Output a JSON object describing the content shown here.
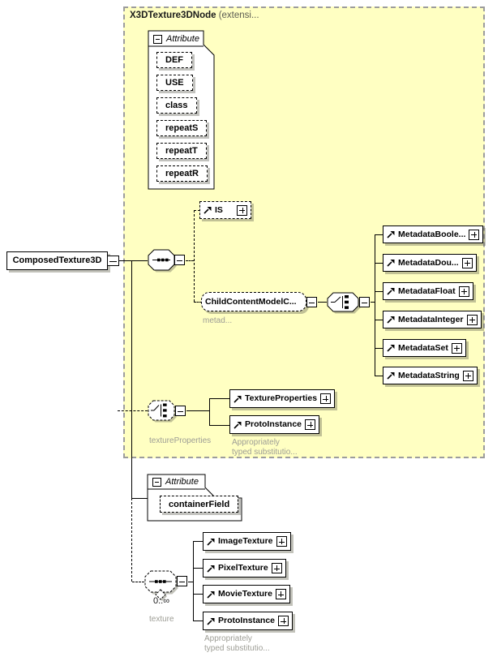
{
  "panel": {
    "title_bold": "X3DTexture3DNode",
    "title_rest": " (extensi..."
  },
  "root_element": {
    "label": "ComposedTexture3D"
  },
  "attribute_group_top": {
    "header": "Attribute",
    "items": [
      "DEF",
      "USE",
      "class",
      "repeatS",
      "repeatT",
      "repeatR"
    ]
  },
  "is_element": {
    "label": "IS"
  },
  "child_content_model": {
    "label": "ChildContentModelC...",
    "annotation": "metad..."
  },
  "metadata_elements": {
    "items": [
      "MetadataBoole...",
      "MetadataDou...",
      "MetadataFloat",
      "MetadataInteger",
      "MetadataSet",
      "MetadataString"
    ]
  },
  "texture_properties": {
    "annotation": "textureProperties",
    "items": [
      "TextureProperties",
      "ProtoInstance"
    ],
    "note": [
      "Appropriately",
      "typed substitutio..."
    ]
  },
  "attribute_group_bottom": {
    "header": "Attribute",
    "items": [
      "containerField"
    ]
  },
  "texture_group": {
    "cardinality": "0..∞",
    "annotation": "texture",
    "items": [
      "ImageTexture",
      "PixelTexture",
      "MovieTexture",
      "ProtoInstance"
    ],
    "note": [
      "Appropriately",
      "typed substitutio..."
    ]
  },
  "colors": {
    "panel_bg": "#ffffc2",
    "panel_border": "#9c9c9c",
    "box_border": "#000000",
    "muted_text": "#9d9d95"
  }
}
